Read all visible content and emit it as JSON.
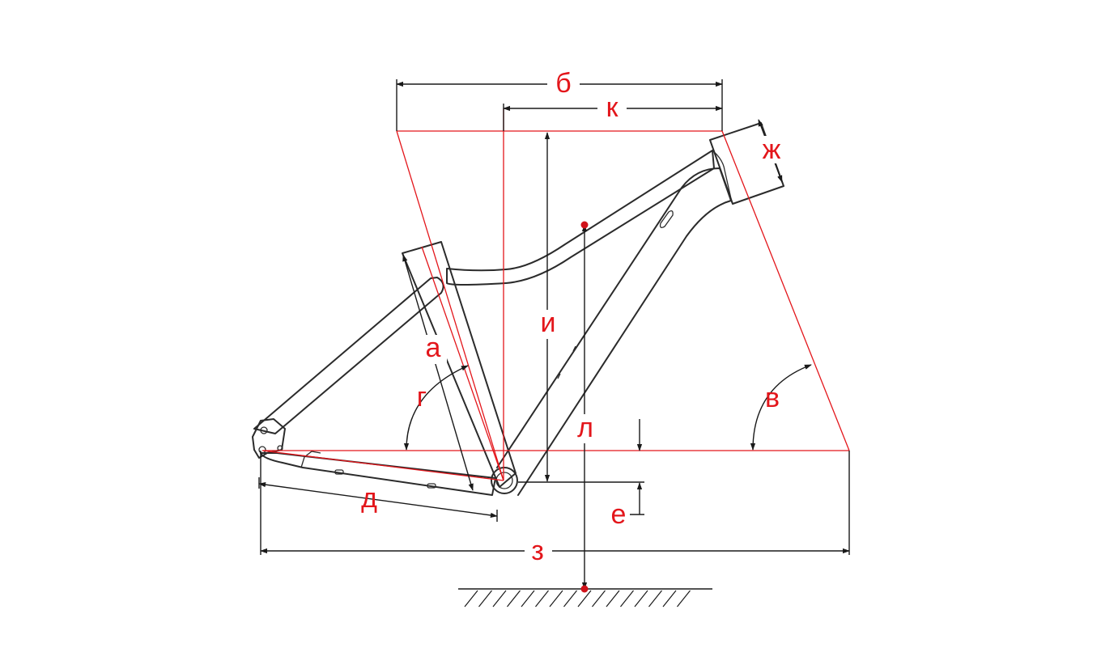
{
  "colors": {
    "geometry_line": "#e3161b",
    "label": "#e3161b",
    "frame": "#2b2b2b",
    "dimension": "#1a1a1a",
    "point": "#d0121a",
    "background": "#ffffff"
  },
  "labels": {
    "a": "a",
    "b": "б",
    "v": "в",
    "g": "г",
    "d": "д",
    "e": "е",
    "zh": "ж",
    "z": "з",
    "i": "и",
    "k": "к",
    "l": "л"
  }
}
